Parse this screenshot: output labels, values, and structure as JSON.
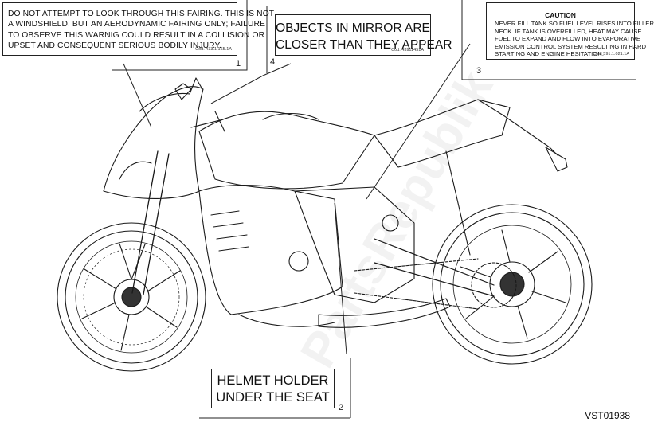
{
  "labels": [
    {
      "id": "windshield-warning",
      "text": "DO NOT ATTEMPT TO LOOK THROUGH THIS FAIRING. THIS IS NOT\nA WINDSHIELD, BUT AN AERODYNAMIC FAIRING ONLY; FAILURE\nTO OBSERVE THIS WARNIG COULD RESULT IN A COLLISION OR\nUPSET AND CONSEQUENT SERIOUS BODILY INJURY.",
      "code": "Cod. 433.1.165.1A",
      "callout": "1"
    },
    {
      "id": "helmet-holder",
      "text": "HELMET HOLDER\nUNDER THE SEAT",
      "callout": "2"
    },
    {
      "id": "fuel-caution",
      "title": "CAUTION",
      "text": "NEVER FILL TANK SO FUEL LEVEL RISES INTO FILLER\nNECK. IF TANK IS OVERFILLED, HEAT MAY CAUSE\nFUEL TO EXPAND AND FLOW INTO EVAPORATIVE\nEMISSION CONTROL SYSTEM RESULTING IN HARD\nSTARTING AND ENGINE HESITATION.",
      "code": "Cod. 591.1.021.1A",
      "callout": "3"
    },
    {
      "id": "mirror-warning",
      "text": "OBJECTS IN MIRROR ARE\nCLOSER THAN THEY APPEAR",
      "code": "Cod. 43911451A",
      "callout": "4"
    }
  ],
  "watermark": "PartsRepublik",
  "drawing_ref": "VST01938"
}
